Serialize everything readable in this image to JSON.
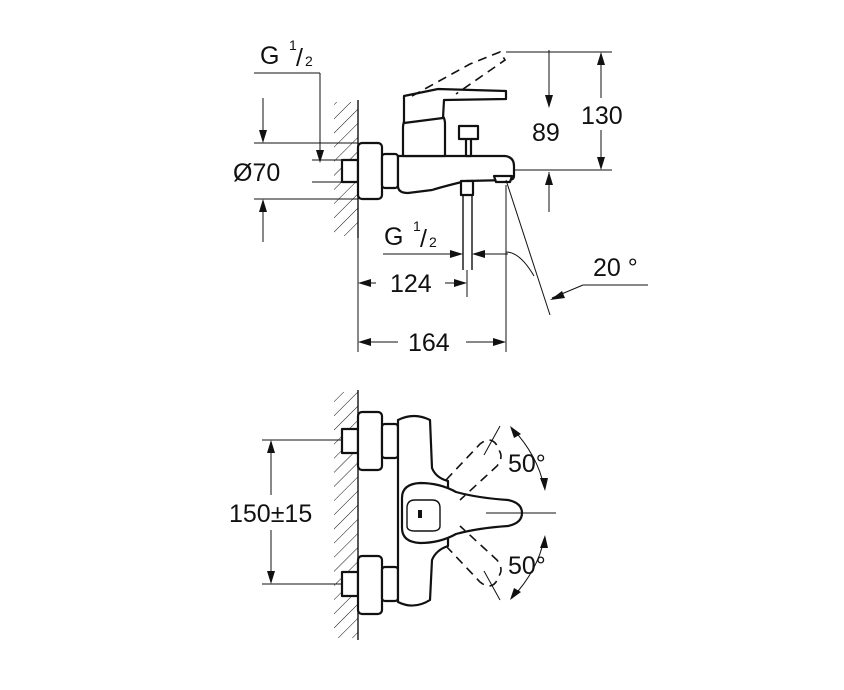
{
  "side_view": {
    "thread_top": {
      "main": "G",
      "sup": "1",
      "den": "2"
    },
    "thread_bottom": {
      "main": "G",
      "sup": "1",
      "den": "2"
    },
    "diameter": "Ø70",
    "height_89": "89",
    "height_130": "130",
    "length_124": "124",
    "length_164": "164",
    "angle": "20 °"
  },
  "front_view": {
    "spacing": "150±15",
    "rotation_up": "50°",
    "rotation_down": "50°"
  }
}
